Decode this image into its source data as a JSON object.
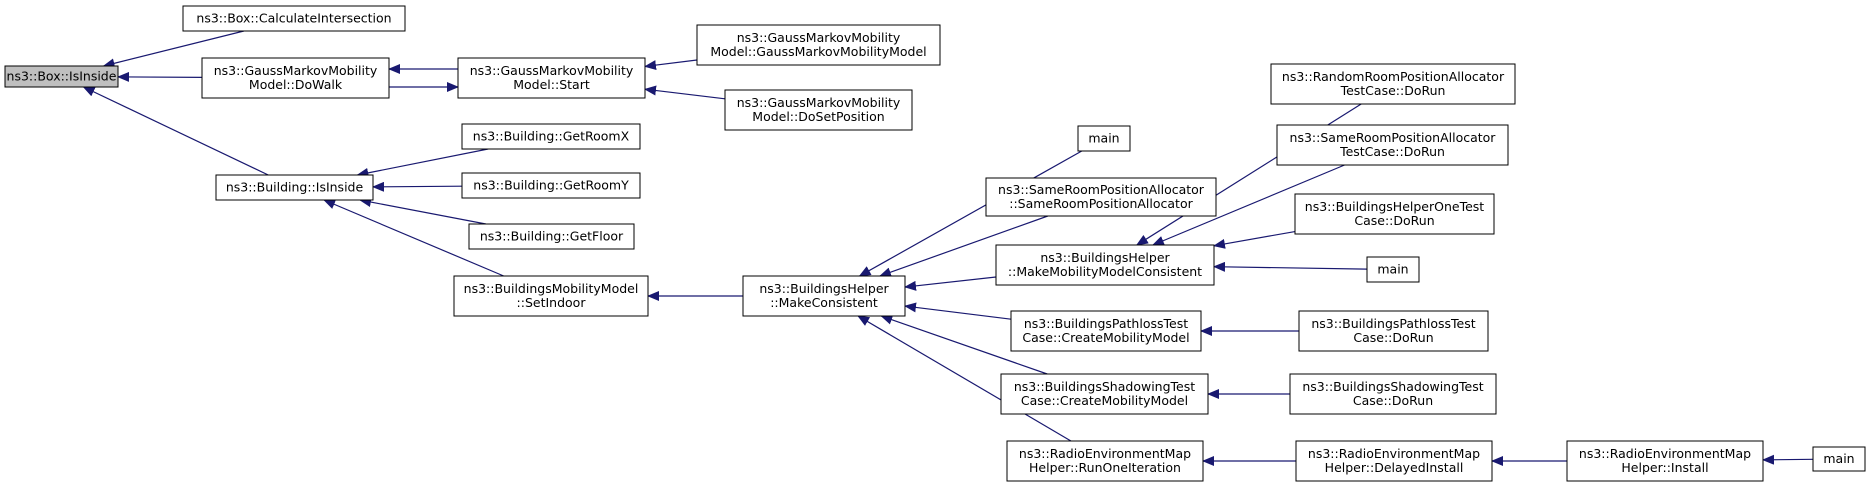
{
  "colors": {
    "edge": "#191970",
    "node_border": "#000000",
    "node_fill": "#ffffff",
    "root_fill": "#bfbfbf"
  },
  "nodes": [
    {
      "id": "box_isinside",
      "lines": [
        "ns3::Box::IsInside"
      ],
      "root": true
    },
    {
      "id": "box_calcint",
      "lines": [
        "ns3::Box::CalculateIntersection"
      ]
    },
    {
      "id": "gm_dowalk",
      "lines": [
        "ns3::GaussMarkovMobility",
        "Model::DoWalk"
      ]
    },
    {
      "id": "gm_start",
      "lines": [
        "ns3::GaussMarkovMobility",
        "Model::Start"
      ]
    },
    {
      "id": "gm_ctor",
      "lines": [
        "ns3::GaussMarkovMobility",
        "Model::GaussMarkovMobilityModel"
      ]
    },
    {
      "id": "gm_dosetpos",
      "lines": [
        "ns3::GaussMarkovMobility",
        "Model::DoSetPosition"
      ]
    },
    {
      "id": "bld_isinside",
      "lines": [
        "ns3::Building::IsInside"
      ]
    },
    {
      "id": "bld_roomx",
      "lines": [
        "ns3::Building::GetRoomX"
      ]
    },
    {
      "id": "bld_roomy",
      "lines": [
        "ns3::Building::GetRoomY"
      ]
    },
    {
      "id": "bld_floor",
      "lines": [
        "ns3::Building::GetFloor"
      ]
    },
    {
      "id": "bmm_setindoor",
      "lines": [
        "ns3::BuildingsMobilityModel",
        "::SetIndoor"
      ]
    },
    {
      "id": "bh_makecons",
      "lines": [
        "ns3::BuildingsHelper",
        "::MakeConsistent"
      ]
    },
    {
      "id": "main1",
      "lines": [
        "main"
      ]
    },
    {
      "id": "srpa_ctor",
      "lines": [
        "ns3::SameRoomPositionAllocator",
        "::SameRoomPositionAllocator"
      ]
    },
    {
      "id": "bh_makemob",
      "lines": [
        "ns3::BuildingsHelper",
        "::MakeMobilityModelConsistent"
      ]
    },
    {
      "id": "bpt_createmob",
      "lines": [
        "ns3::BuildingsPathlossTest",
        "Case::CreateMobilityModel"
      ]
    },
    {
      "id": "bst_createmob",
      "lines": [
        "ns3::BuildingsShadowingTest",
        "Case::CreateMobilityModel"
      ]
    },
    {
      "id": "remh_runone",
      "lines": [
        "ns3::RadioEnvironmentMap",
        "Helper::RunOneIteration"
      ]
    },
    {
      "id": "rrpa_dorun",
      "lines": [
        "ns3::RandomRoomPositionAllocator",
        "TestCase::DoRun"
      ]
    },
    {
      "id": "srpa_dorun",
      "lines": [
        "ns3::SameRoomPositionAllocator",
        "TestCase::DoRun"
      ]
    },
    {
      "id": "bhone_dorun",
      "lines": [
        "ns3::BuildingsHelperOneTest",
        "Case::DoRun"
      ]
    },
    {
      "id": "main2",
      "lines": [
        "main"
      ]
    },
    {
      "id": "bpt_dorun",
      "lines": [
        "ns3::BuildingsPathlossTest",
        "Case::DoRun"
      ]
    },
    {
      "id": "bst_dorun",
      "lines": [
        "ns3::BuildingsShadowingTest",
        "Case::DoRun"
      ]
    },
    {
      "id": "remh_delayed",
      "lines": [
        "ns3::RadioEnvironmentMap",
        "Helper::DelayedInstall"
      ]
    },
    {
      "id": "remh_install",
      "lines": [
        "ns3::RadioEnvironmentMap",
        "Helper::Install"
      ]
    },
    {
      "id": "main3",
      "lines": [
        "main"
      ]
    }
  ],
  "edges": [
    {
      "from": "box_calcint",
      "to": "box_isinside"
    },
    {
      "from": "gm_dowalk",
      "to": "box_isinside"
    },
    {
      "from": "bld_isinside",
      "to": "box_isinside"
    },
    {
      "from": "gm_start",
      "to": "gm_dowalk"
    },
    {
      "from": "gm_dowalk",
      "to": "gm_start"
    },
    {
      "from": "gm_ctor",
      "to": "gm_start"
    },
    {
      "from": "gm_dosetpos",
      "to": "gm_start"
    },
    {
      "from": "bld_roomx",
      "to": "bld_isinside"
    },
    {
      "from": "bld_roomy",
      "to": "bld_isinside"
    },
    {
      "from": "bld_floor",
      "to": "bld_isinside"
    },
    {
      "from": "bmm_setindoor",
      "to": "bld_isinside"
    },
    {
      "from": "bh_makecons",
      "to": "bmm_setindoor"
    },
    {
      "from": "main1",
      "to": "bh_makecons"
    },
    {
      "from": "srpa_ctor",
      "to": "bh_makecons"
    },
    {
      "from": "bh_makemob",
      "to": "bh_makecons"
    },
    {
      "from": "bpt_createmob",
      "to": "bh_makecons"
    },
    {
      "from": "bst_createmob",
      "to": "bh_makecons"
    },
    {
      "from": "remh_runone",
      "to": "bh_makecons"
    },
    {
      "from": "rrpa_dorun",
      "to": "bh_makemob"
    },
    {
      "from": "srpa_dorun",
      "to": "bh_makemob"
    },
    {
      "from": "bhone_dorun",
      "to": "bh_makemob"
    },
    {
      "from": "main2",
      "to": "bh_makemob"
    },
    {
      "from": "bpt_dorun",
      "to": "bpt_createmob"
    },
    {
      "from": "bst_dorun",
      "to": "bst_createmob"
    },
    {
      "from": "remh_delayed",
      "to": "remh_runone"
    },
    {
      "from": "remh_install",
      "to": "remh_delayed"
    },
    {
      "from": "main3",
      "to": "remh_install"
    }
  ]
}
